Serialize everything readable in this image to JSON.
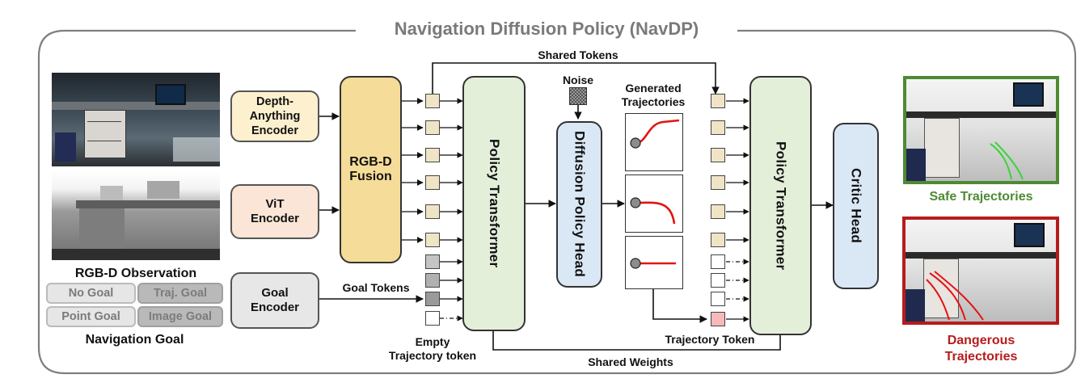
{
  "title": "Navigation Diffusion Policy (NavDP)",
  "labels": {
    "shared_tokens": "Shared Tokens",
    "shared_weights": "Shared Weights",
    "noise": "Noise",
    "generated_trajectories": "Generated\nTrajectories",
    "goal_tokens": "Goal Tokens",
    "empty_trajectory_token": "Empty\nTrajectory token",
    "trajectory_token": "Trajectory Token",
    "rgbd_observation": "RGB-D Observation",
    "navigation_goal": "Navigation Goal",
    "safe_trajectories": "Safe Trajectories",
    "dangerous_trajectories": "Dangerous\nTrajectories"
  },
  "encoders": {
    "depth": "Depth-\nAnything\nEncoder",
    "vit": "ViT\nEncoder",
    "goal": "Goal\nEncoder"
  },
  "blocks": {
    "fusion": "RGB-D\nFusion",
    "policy_transformer_1": "Policy Transformer",
    "diffusion_head": "Diffusion Policy Head",
    "policy_transformer_2": "Policy Transformer",
    "critic_head": "Critic Head"
  },
  "goal_types": [
    "No Goal",
    "Traj. Goal",
    "Point Goal",
    "Image Goal"
  ],
  "colors": {
    "encoder_depth": "#fdf0cf",
    "encoder_vit": "#fbe5d6",
    "encoder_goal": "#e7e7e7",
    "fusion": "#f5dc98",
    "transformer": "#e4efda",
    "diffusion_head": "#dae8f5",
    "critic_head": "#dae8f5",
    "token_obs": "#efe4c5",
    "token_goal": "#b0b0b0",
    "token_traj": "#f7b9b9",
    "safe": "#4e8a34",
    "dangerous": "#b71c1c",
    "trajectory_line": "#e41313",
    "frame_border": "#7f7f7f"
  }
}
